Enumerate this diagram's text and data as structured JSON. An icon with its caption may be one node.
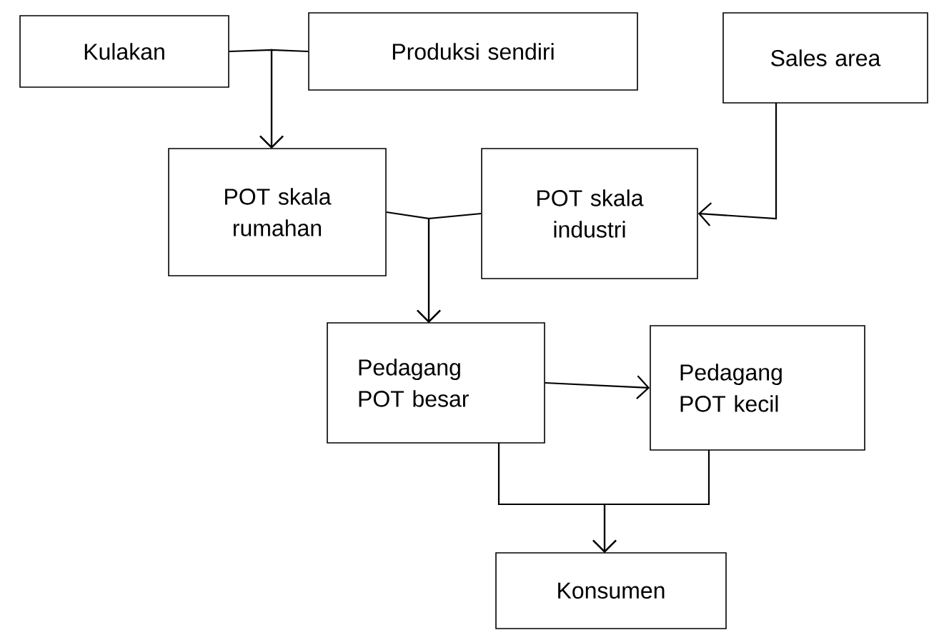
{
  "diagram": {
    "nodes": [
      {
        "text": [
          "Kulakan"
        ]
      },
      {
        "text": [
          "Produksi sendiri"
        ]
      },
      {
        "text": [
          "Sales area"
        ]
      },
      {
        "text": [
          "POT skala rumahan"
        ]
      },
      {
        "text": [
          "POT skala industri"
        ]
      },
      {
        "text": [
          "Pedagang POT besar"
        ]
      },
      {
        "text": [
          "Pedagang POT kecil"
        ]
      },
      {
        "text": [
          "Konsumen"
        ]
      }
    ],
    "edges": [
      {
        "from": 0,
        "to": 3,
        "arrow": "to"
      },
      {
        "from": 1,
        "to": 3,
        "arrow": "to"
      },
      {
        "from": 2,
        "to": 4,
        "arrow": "to"
      },
      {
        "from": 3,
        "to": 5,
        "arrow": "to"
      },
      {
        "from": 4,
        "to": 5,
        "arrow": "to"
      },
      {
        "from": 5,
        "to": 6,
        "arrow": "to"
      },
      {
        "from": 5,
        "to": 7,
        "arrow": "to"
      },
      {
        "from": 6,
        "to": 7,
        "arrow": "to"
      }
    ]
  }
}
